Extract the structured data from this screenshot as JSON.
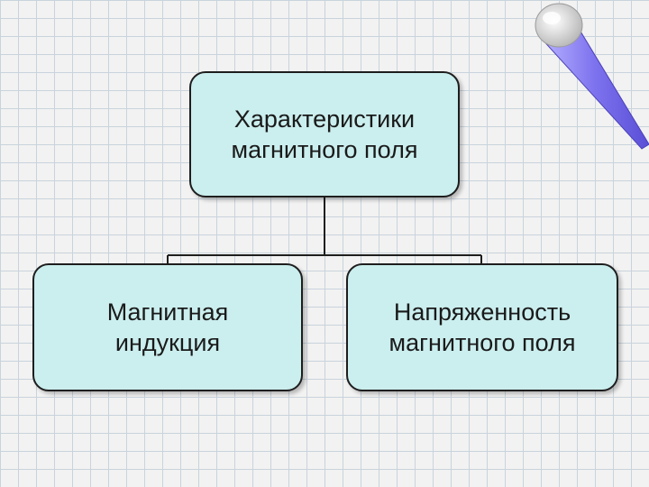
{
  "diagram": {
    "root": {
      "label": "Характеристики\nмагнитного поля"
    },
    "children": [
      {
        "label": "Магнитная\nиндукция"
      },
      {
        "label": "Напряженность\nмагнитного поля"
      }
    ]
  },
  "colors": {
    "node_fill": "#cbeeee",
    "node_border": "#1e1e1e",
    "grid_line": "#c9d3dc",
    "background": "#f2f2f2",
    "pen_body": "#8a80f0"
  },
  "icons": {
    "decoration": "pen-icon"
  }
}
